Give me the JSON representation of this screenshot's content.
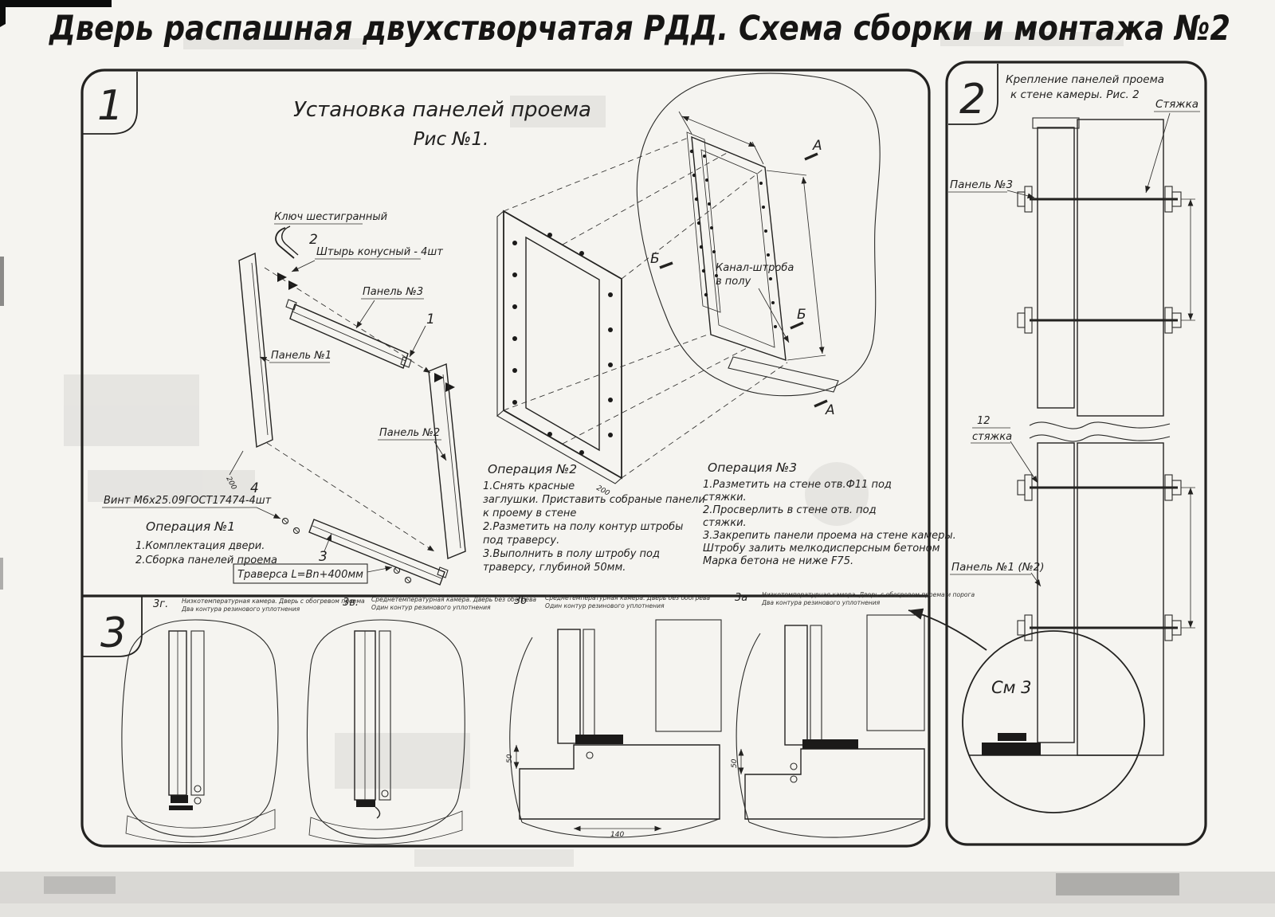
{
  "page": {
    "title": "Дверь распашная двухстворчатая РДД.  Схема сборки и монтажа №2"
  },
  "sec1": {
    "num": "1",
    "heading1": "Установка панелей проема",
    "heading2": "Рис №1.",
    "lbl_key": "Ключ шестигранный",
    "lbl_pin_num": "2",
    "lbl_pin": "Штырь конусный - 4шт",
    "lbl_panel3": "Панель №3",
    "lbl_panel3_num": "1",
    "lbl_panel1": "Панель №1",
    "lbl_panel2": "Панель №2",
    "lbl_screw_num": "4",
    "lbl_screw": "Винт М6х25.09ГОСТ17474-4шт",
    "lbl_traverse_num": "3",
    "lbl_traverse": "Траверса  L=Bn+400мм",
    "lbl_channel1": "Канал-штроба",
    "lbl_channel2": "в полу",
    "sec_a": "А",
    "sec_b": "Б",
    "dim_200a": "200",
    "dim_200b": "200",
    "op1_title": "Операция №1",
    "op1_l1": "1.Комплектация двери.",
    "op1_l2": "2.Сборка панелей проема",
    "op2_title": "Операция №2",
    "op2_l1": "1.Снять красные",
    "op2_l2": "заглушки. Приставить собраные панели",
    "op2_l3": "к проему в стене",
    "op2_l4": "2.Разметить на полу контур штробы",
    "op2_l5": "под траверсу.",
    "op2_l6": "3.Выполнить в полу штробу под",
    "op2_l7": "траверсу, глубиной 50мм.",
    "op3_title": "Операция №3",
    "op3_l1": "1.Разметить на стене отв.Ф11 под",
    "op3_l2": "стяжки.",
    "op3_l3": "2.Просверлить в стене отв.  под",
    "op3_l4": "стяжки.",
    "op3_l5": "3.Закрепить панели проема на стене камеры.",
    "op3_l6": "Штробу залить мелкодисперсным бетоном",
    "op3_l7": "Марка бетона не ниже   F75."
  },
  "sec2": {
    "num": "2",
    "heading1": "Крепление панелей проема",
    "heading2": "к стене камеры. Рис. 2",
    "lbl_tie_top": "Стяжка",
    "lbl_panel3": "Панель №3",
    "lbl_tie12_num": "12",
    "lbl_tie12": "стяжка",
    "lbl_panel1": "Панель №1 (№2)",
    "lbl_see3": "См 3"
  },
  "sec3": {
    "num": "3",
    "views": [
      {
        "id": "3г.",
        "cap1": "Низкотемпературная камера. Дверь с обогревом проема",
        "cap2": "Два контура резинового уплотнения"
      },
      {
        "id": "3в.",
        "cap1": "Среднетемпературная камера. Дверь без обогрева",
        "cap2": "Один контур резинового уплотнения"
      },
      {
        "id": "3б",
        "cap1": "Среднетемпературная камера. Дверь без обогрева",
        "cap2": "Один контур резинового уплотнения"
      },
      {
        "id": "3а",
        "cap1": "Низкотемпературная камера. Дверь с обогревом проема и порога",
        "cap2": "Два контура резинового уплотнения"
      }
    ],
    "dim_50a": "50",
    "dim_50b": "50",
    "dim_140": "140"
  }
}
